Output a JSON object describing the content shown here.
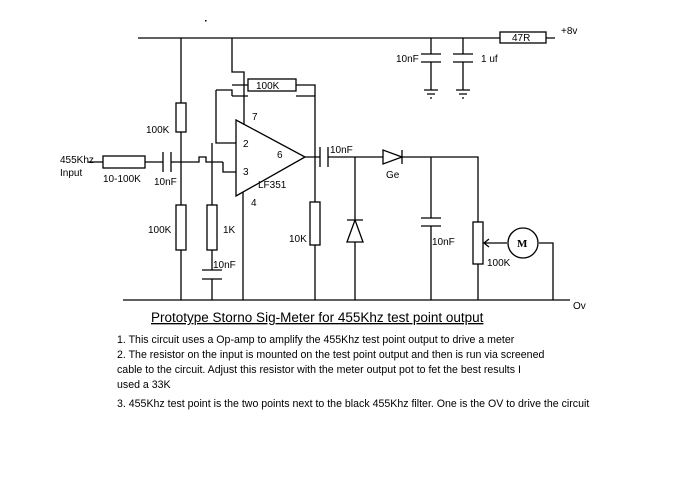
{
  "diagram": {
    "labels": {
      "supply": "+8v",
      "r_supply": "47R",
      "c_decouple1": "10nF",
      "c_decouple2": "1 uf",
      "input_name": "455Khz",
      "input_sub": "Input",
      "r_input": "10-100K",
      "c_input": "10nF",
      "r_bias_top": "100K",
      "r_bias_bottom": "100K",
      "r_gain": "1K",
      "c_gain": "10nF",
      "r_feedback": "100K",
      "pin2": "2",
      "pin3": "3",
      "pin4": "4",
      "pin6": "6",
      "pin7": "7",
      "opamp": "LF351",
      "c_output": "10nF",
      "r_load": "10K",
      "diode_ge": "Ge",
      "c_filter": "10nF",
      "pot": "100K",
      "meter": "M",
      "ground": "Ov"
    }
  },
  "title": "Prototype Storno Sig-Meter for 455Khz test point output",
  "notes": [
    "1. This circuit uses a Op-amp to amplify the 455Khz test point output to drive a meter",
    "2. The resistor on the input is mounted on the test point output and then is run via screened",
    "cable to the circuit.  Adjust this resistor with the meter output pot to fet the best results I",
    "used a 33K",
    "3. 455Khz test point is the two points next to the black 455Khz filter. One is the OV to drive the circuit"
  ]
}
